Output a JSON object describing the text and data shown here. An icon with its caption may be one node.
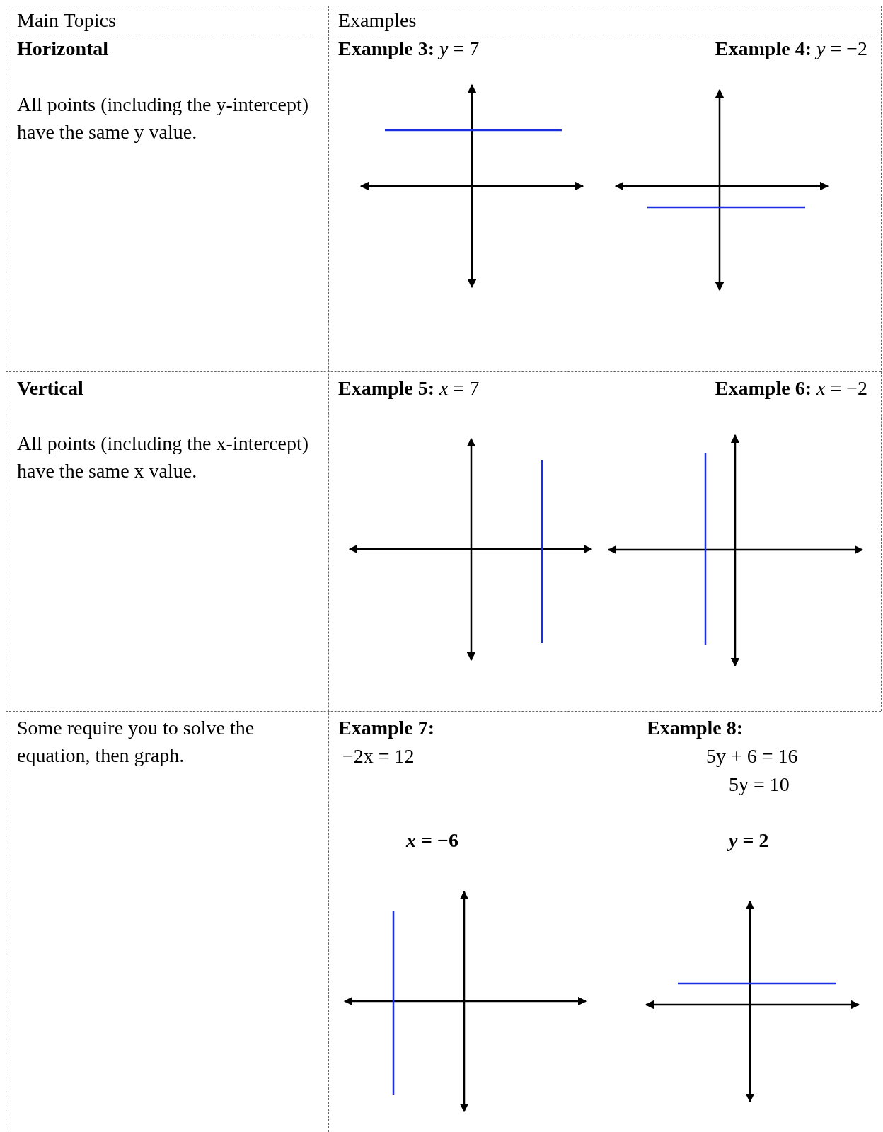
{
  "diagram": {
    "labels": [
      "Main Topics",
      "Examples",
      "Horizontal",
      "All points (including the y-intercept) have the same y value.",
      "**Example 3:**  *y* = 7",
      "**Example 4:** *y* = −2",
      "Vertical",
      "All points (including the x-intercept) have the same x value.",
      "**Example 5:** *x* = 7",
      "**Example 6:** *x* = −2",
      "Some require you to solve the equation, then graph.",
      "Example 7:",
      "−2x = 12",
      "Example 8:",
      "5y + 6 = 16",
      "5y = 10",
      "*x* = −6",
      "*y* = 2"
    ]
  }
}
